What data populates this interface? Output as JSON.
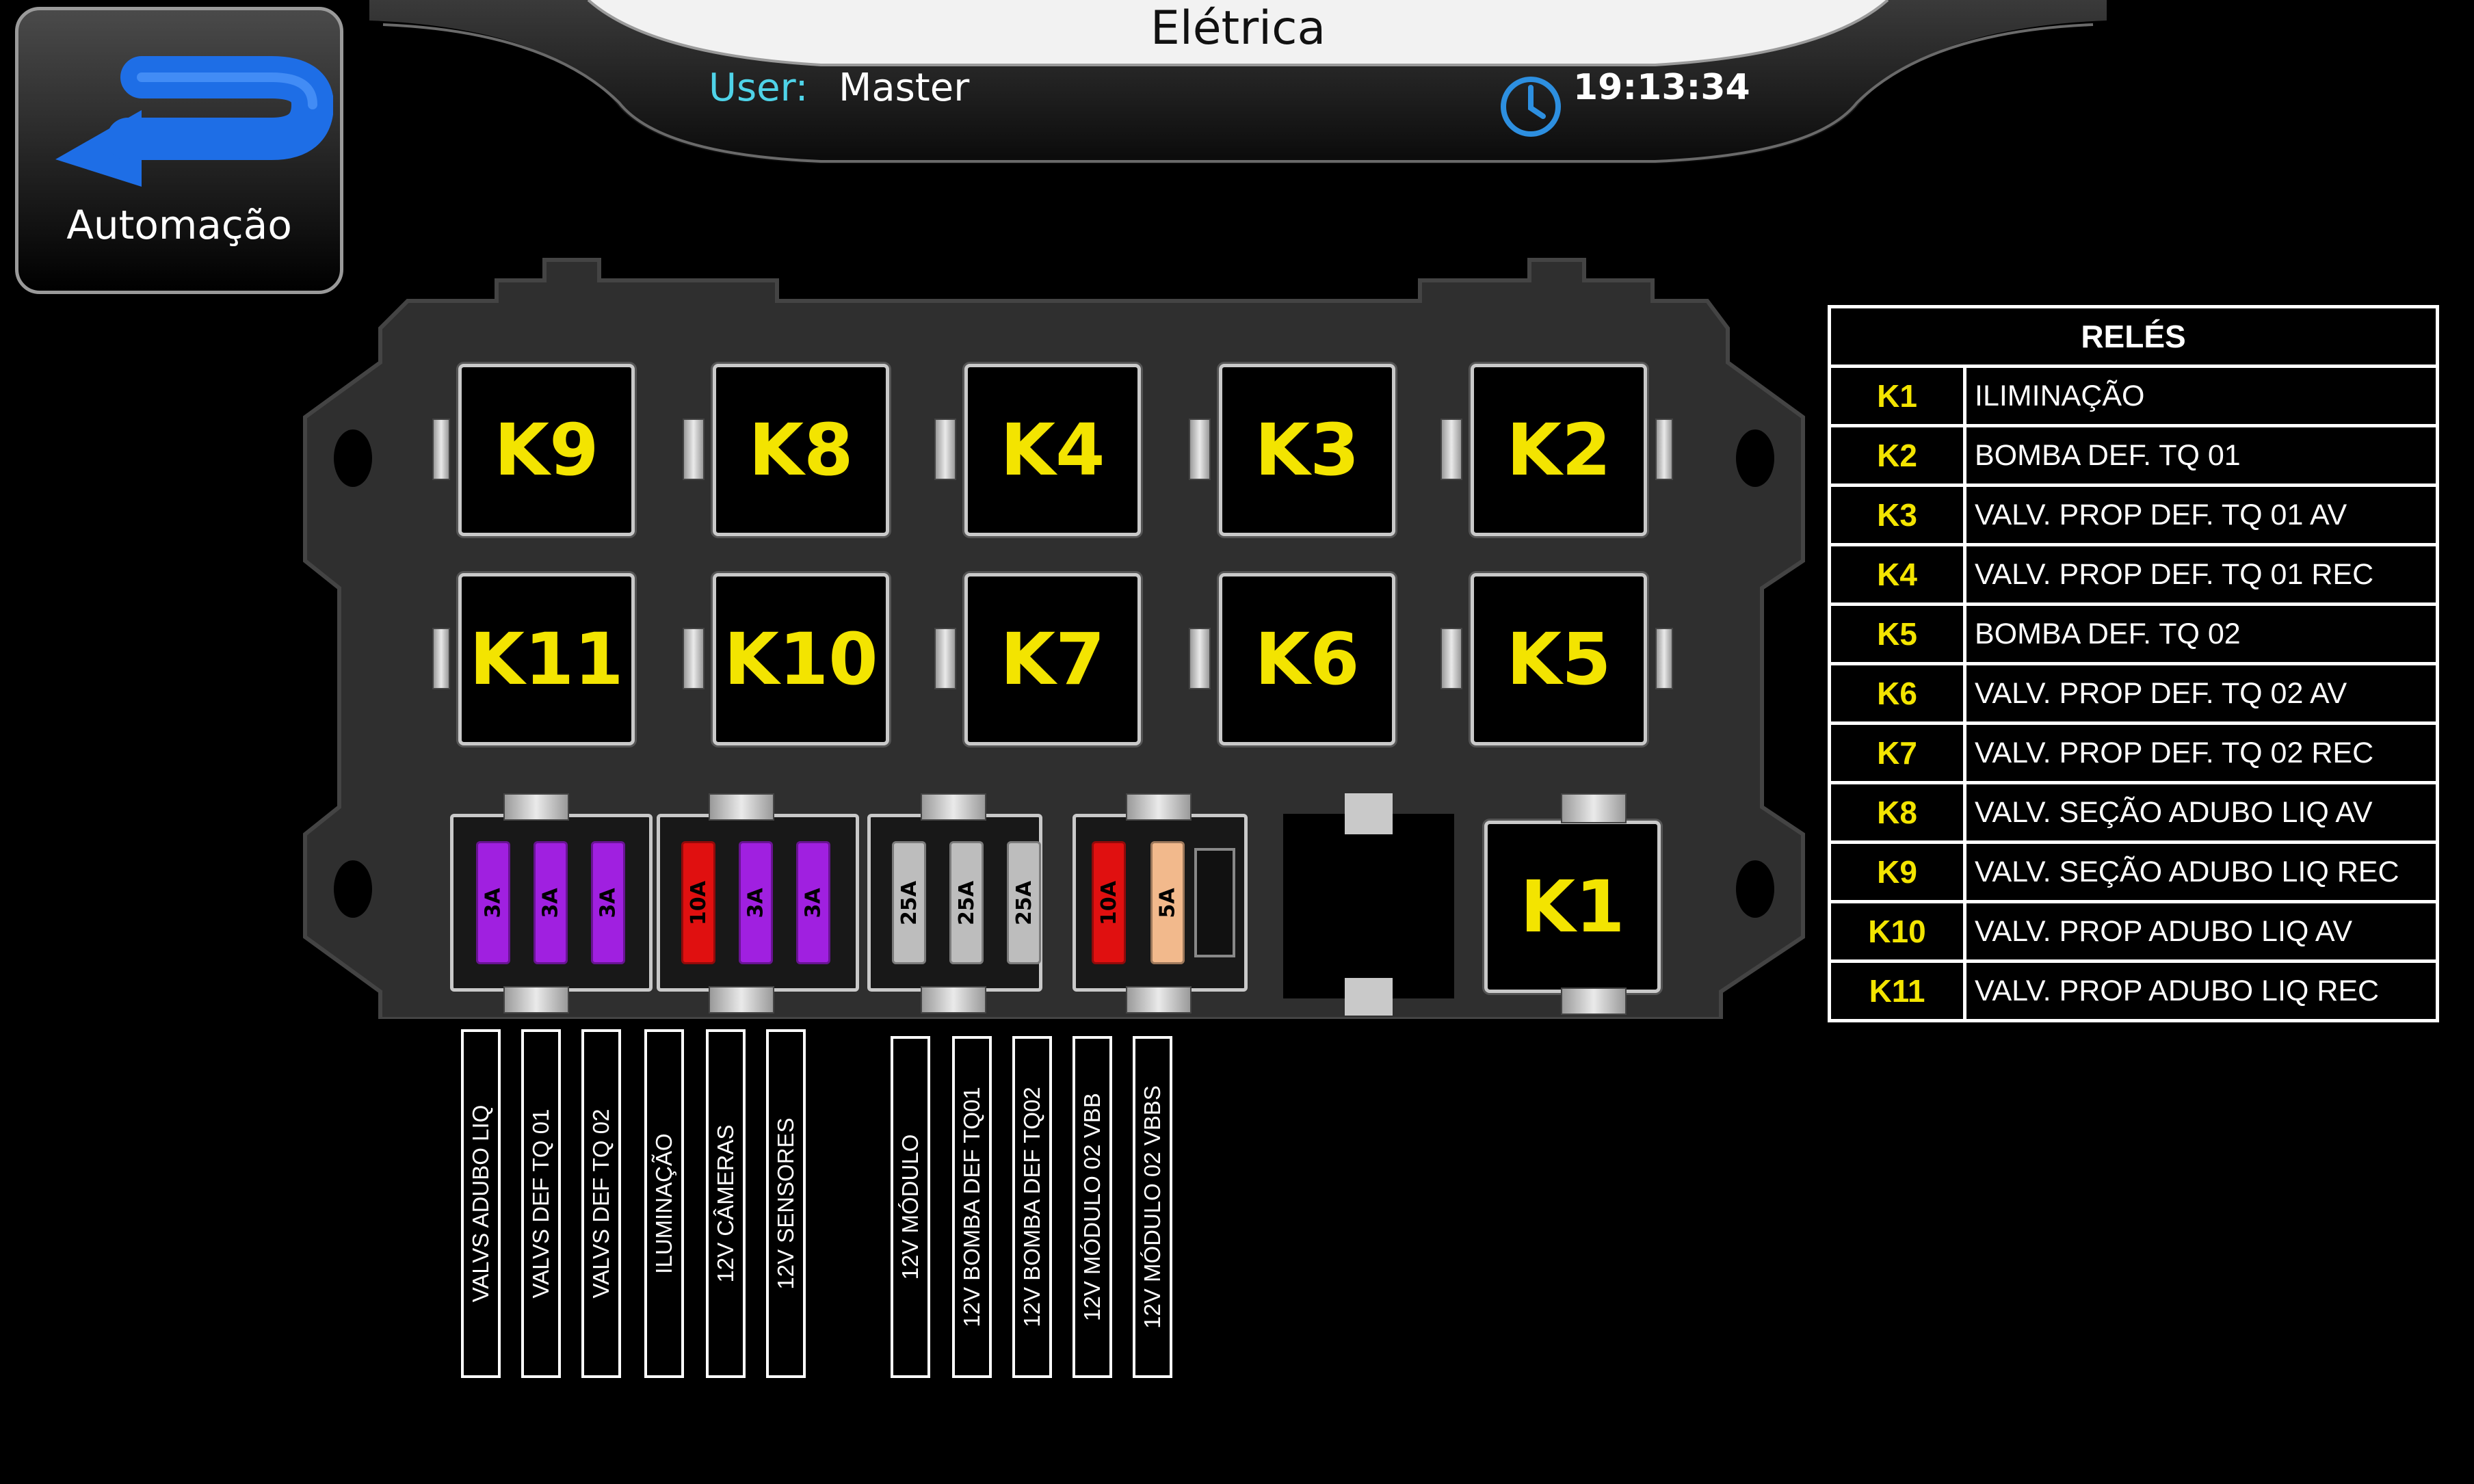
{
  "header": {
    "title": "Elétrica",
    "user_label": "User:",
    "user_name": "Master",
    "time": "19:13:34"
  },
  "back_button": {
    "label": "Automação",
    "icon": "back-arrow-icon"
  },
  "relays": [
    "K9",
    "K8",
    "K4",
    "K3",
    "K2",
    "K11",
    "K10",
    "K7",
    "K6",
    "K5",
    "K1"
  ],
  "fuses": [
    {
      "rating": "3A",
      "color": "#a020e0"
    },
    {
      "rating": "3A",
      "color": "#a020e0"
    },
    {
      "rating": "3A",
      "color": "#a020e0"
    },
    {
      "rating": "10A",
      "color": "#e01010"
    },
    {
      "rating": "3A",
      "color": "#a020e0"
    },
    {
      "rating": "3A",
      "color": "#a020e0"
    },
    {
      "rating": "25A",
      "color": "#bdbdbd"
    },
    {
      "rating": "25A",
      "color": "#bdbdbd"
    },
    {
      "rating": "25A",
      "color": "#bdbdbd"
    },
    {
      "rating": "10A",
      "color": "#e01010"
    },
    {
      "rating": "5A",
      "color": "#f2b98c"
    }
  ],
  "circuits": [
    "VALVS ADUBO LIQ",
    "VALVS DEF TQ 01",
    "VALVS DEF TQ 02",
    "ILUMINAÇÃO",
    "12V CÂMERAS",
    "12V SENSORES",
    "12V MÓDULO",
    "12V BOMBA DEF TQ01",
    "12V BOMBA DEF TQ02",
    "12V MÓDULO 02 VBB",
    "12V MÓDULO 02 VBBS"
  ],
  "relay_table": {
    "title": "RELÉS",
    "rows": [
      {
        "code": "K1",
        "desc": "ILIMINAÇÃO"
      },
      {
        "code": "K2",
        "desc": "BOMBA DEF. TQ 01"
      },
      {
        "code": "K3",
        "desc": "VALV. PROP DEF. TQ 01 AV"
      },
      {
        "code": "K4",
        "desc": "VALV. PROP DEF. TQ 01  REC"
      },
      {
        "code": "K5",
        "desc": "BOMBA DEF. TQ 02"
      },
      {
        "code": "K6",
        "desc": "VALV. PROP DEF. TQ 02 AV"
      },
      {
        "code": "K7",
        "desc": "VALV. PROP DEF. TQ 02  REC"
      },
      {
        "code": "K8",
        "desc": "VALV. SEÇÃO ADUBO LIQ AV"
      },
      {
        "code": "K9",
        "desc": "VALV. SEÇÃO ADUBO LIQ REC"
      },
      {
        "code": "K10",
        "desc": "VALV. PROP ADUBO LIQ AV"
      },
      {
        "code": "K11",
        "desc": "VALV. PROP ADUBO LIQ REC"
      }
    ]
  },
  "colors": {
    "relay_label": "#f3e400",
    "user_label": "#4fd3e8",
    "accent_blue": "#1e6ee6"
  }
}
